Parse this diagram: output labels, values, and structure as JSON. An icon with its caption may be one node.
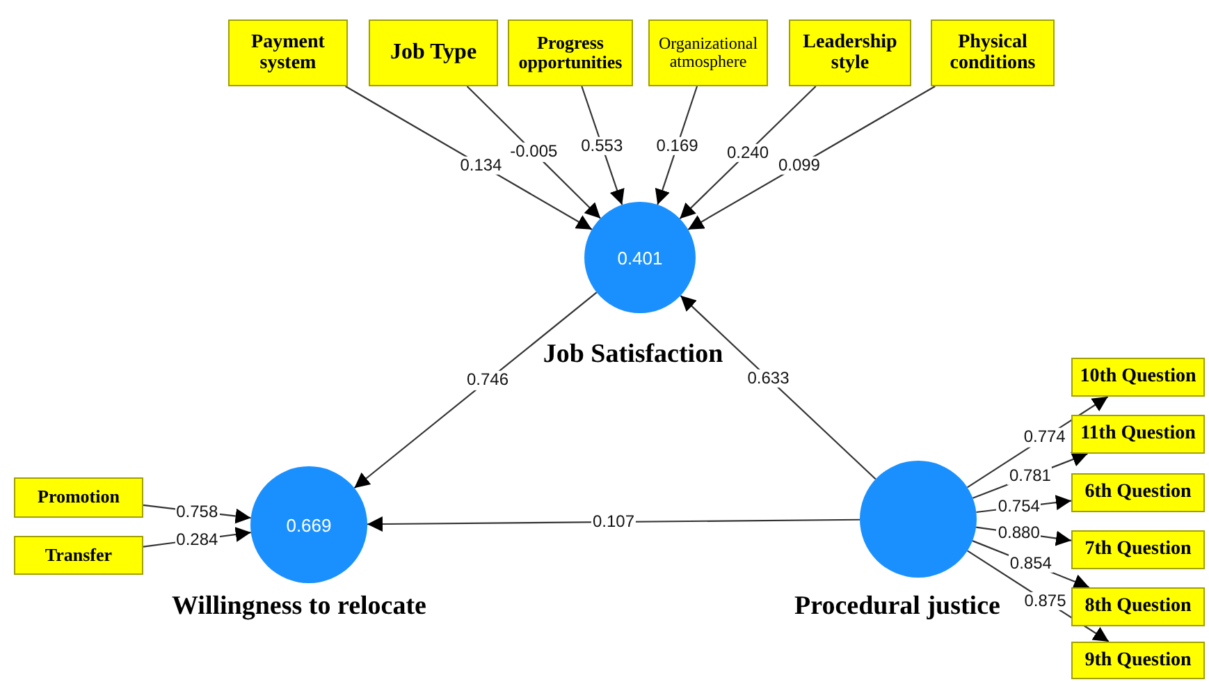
{
  "diagram": {
    "nodes": [
      {
        "text": [
          "Payment system"
        ]
      },
      {
        "text": [
          "Job Type"
        ]
      },
      {
        "text": [
          "Progress opportunities"
        ]
      },
      {
        "text": [
          "Organizational atmosphere"
        ]
      },
      {
        "text": [
          "Leadership style"
        ]
      },
      {
        "text": [
          "Physical conditions"
        ]
      },
      {
        "text": [
          "0.401"
        ],
        "beside": [
          "Job Satisfaction"
        ]
      },
      {
        "text": [
          "Promotion"
        ]
      },
      {
        "text": [
          "Transfer"
        ]
      },
      {
        "text": [
          "0.669"
        ],
        "beside": [
          "Willingness to relocate"
        ]
      },
      {
        "text": [],
        "shape": "circle",
        "beside": [
          "Procedural justice"
        ]
      },
      {
        "text": [
          "10th Question"
        ]
      },
      {
        "text": [
          "11th Question"
        ]
      },
      {
        "text": [
          "6th Question"
        ]
      },
      {
        "text": [
          "7th Question"
        ]
      },
      {
        "text": [
          "8th Question"
        ]
      },
      {
        "text": [
          "9th Question"
        ]
      }
    ],
    "edges": [
      {
        "from": 0,
        "to": 6,
        "arrow": "to",
        "label": "0.134"
      },
      {
        "from": 1,
        "to": 6,
        "arrow": "to",
        "label": "-0.005"
      },
      {
        "from": 2,
        "to": 6,
        "arrow": "to",
        "label": "0.553"
      },
      {
        "from": 3,
        "to": 6,
        "arrow": "to",
        "label": "0.169"
      },
      {
        "from": 4,
        "to": 6,
        "arrow": "to",
        "label": "0.240"
      },
      {
        "from": 5,
        "to": 6,
        "arrow": "to",
        "label": "0.099"
      },
      {
        "from": 6,
        "to": 9,
        "arrow": "to",
        "label": "0.746"
      },
      {
        "from": 10,
        "to": 6,
        "arrow": "to",
        "label": "0.633"
      },
      {
        "from": 7,
        "to": 9,
        "arrow": "to",
        "label": "0.758"
      },
      {
        "from": 8,
        "to": 9,
        "arrow": "to",
        "label": "0.284"
      },
      {
        "from": 10,
        "to": 9,
        "arrow": "to",
        "label": "0.107"
      },
      {
        "from": 10,
        "to": 11,
        "arrow": "to",
        "label": "0.774"
      },
      {
        "from": 10,
        "to": 12,
        "arrow": "to",
        "label": "0.781"
      },
      {
        "from": 10,
        "to": 13,
        "arrow": "to",
        "label": "0.754"
      },
      {
        "from": 10,
        "to": 14,
        "arrow": "to",
        "label": "0.880"
      },
      {
        "from": 10,
        "to": 15,
        "arrow": "to",
        "label": "0.854"
      },
      {
        "from": 10,
        "to": 16,
        "arrow": "to",
        "label": "0.875"
      }
    ]
  }
}
